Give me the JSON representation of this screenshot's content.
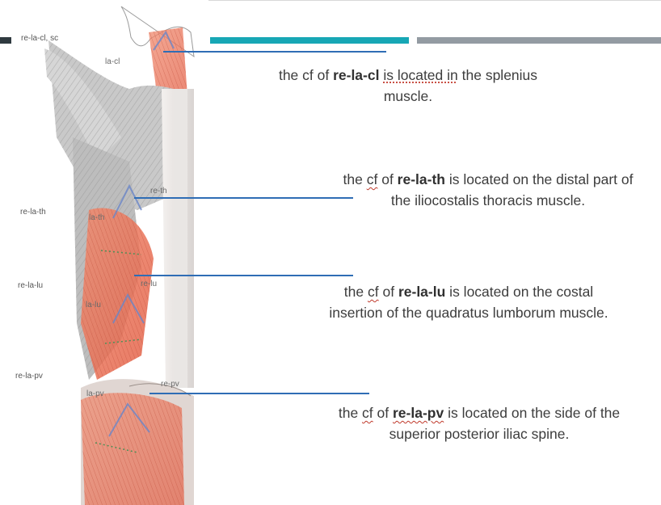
{
  "colors": {
    "teal": "#17a7b5",
    "slate": "#939ba2",
    "connector": "#2f6db5"
  },
  "figure": {
    "image_name": "back-muscles-illustration",
    "side_labels": [
      "re-la-cl, sc",
      "re-la-th",
      "re-la-lu",
      "re-la-pv"
    ],
    "points": [
      "la-cl",
      "re-th",
      "la-th",
      "re-lu",
      "la-lu",
      "re-pv",
      "la-pv"
    ]
  },
  "descriptions": {
    "cl": {
      "prefix": "the cf of ",
      "code": "re-la-cl",
      "mid": "is located in",
      "suffix": " the splenius",
      "line2": "muscle."
    },
    "th": {
      "prefix": "the ",
      "cf": "cf",
      "of": " of ",
      "code": "re-la-th",
      "suffix": " is located on the distal part of",
      "line2": "the iliocostalis thoracis muscle."
    },
    "lu": {
      "prefix": "the ",
      "cf": "cf",
      "of": " of ",
      "code": "re-la-lu",
      "suffix": " is located on the costal",
      "line2": "insertion of the quadratus lumborum muscle."
    },
    "pv": {
      "prefix": "the ",
      "cf": "cf",
      "of": " of ",
      "code": "re-la-pv",
      "suffix": " is located on the side of the",
      "line2": "superior posterior iliac spine."
    }
  }
}
